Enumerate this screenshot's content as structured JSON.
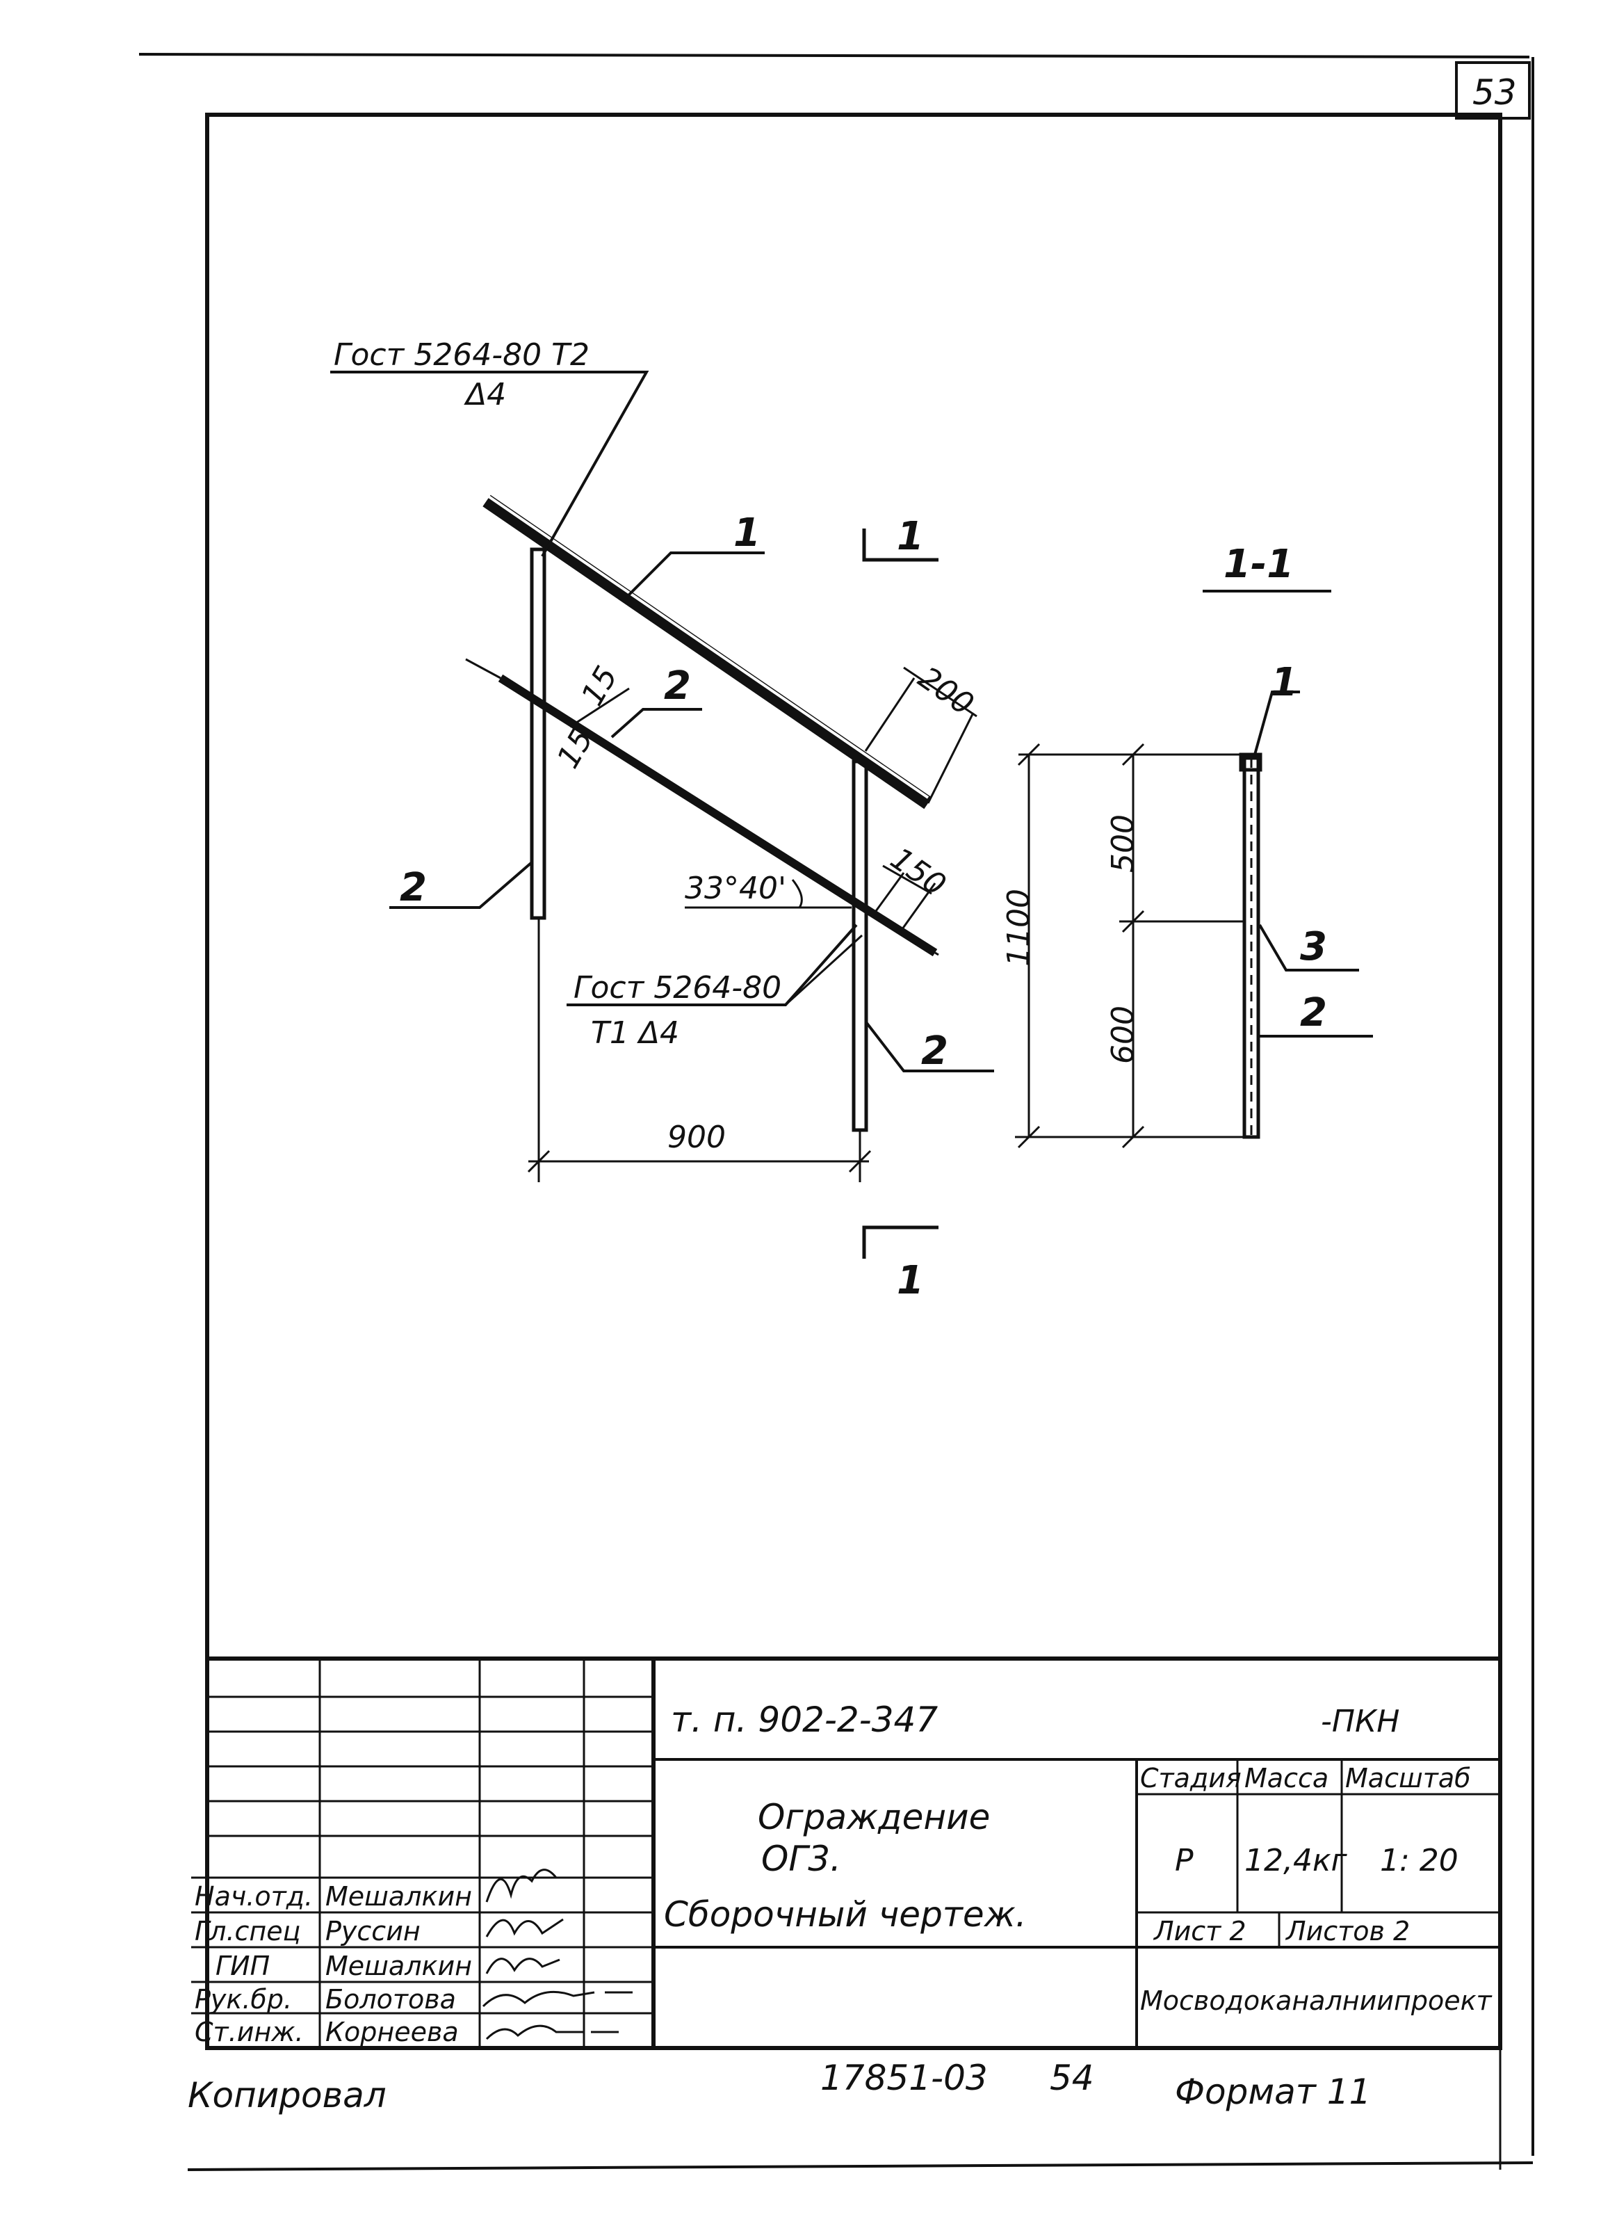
{
  "sheet": {
    "page_number": "53",
    "copied_by": "Копировал",
    "archive_number": "17851-03",
    "archive_sheet": "54",
    "format": "Формат  11"
  },
  "drawing": {
    "weld_top": {
      "line1": "Гост 5264-80  Т2",
      "line2": "Δ4"
    },
    "weld_bottom": {
      "line1": "Гост 5264-80",
      "line2": "Т1   Δ4"
    },
    "callouts": {
      "rail_top": "1",
      "rail_mid": "2",
      "post_left": "2",
      "post_right": "2"
    },
    "dimensions": {
      "offset_top": "200",
      "offset_mid": "150",
      "weld_15_a": "15",
      "weld_15_b": "15",
      "angle": "33°40'",
      "width": "900",
      "height": "1100",
      "upper": "500",
      "lower": "600"
    },
    "section_mark": {
      "top": "1",
      "bottom": "1"
    },
    "section_view": {
      "title": "1-1",
      "item1": "1",
      "item3": "3",
      "item2": "2"
    }
  },
  "title_block": {
    "project_code": "т. п. 902-2-347",
    "suffix": "-ПКН",
    "title_line1": "Ограждение",
    "title_line2": "ОГ3.",
    "title_line3": "Сборочный  чертеж.",
    "headers": {
      "stage": "Стадия",
      "mass": "Масса",
      "scale": "Масштаб"
    },
    "values": {
      "stage": "Р",
      "mass": "12,4кг",
      "scale": "1: 20"
    },
    "sheet_label": "Лист 2",
    "sheets_label": "Листов 2",
    "organization": "Мосводоканалниипроект",
    "people": [
      {
        "role": "Нач.отд.",
        "name": "Мешалкин"
      },
      {
        "role": "Гл.спец",
        "name": "Руссин"
      },
      {
        "role": "ГИП",
        "name": "Мешалкин"
      },
      {
        "role": "Рук.бр.",
        "name": "Болотова"
      },
      {
        "role": "Ст.инж.",
        "name": "Корнеева"
      }
    ]
  }
}
